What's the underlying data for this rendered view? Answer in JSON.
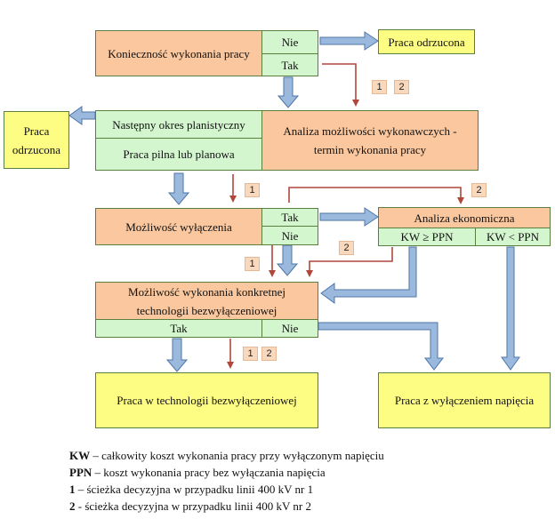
{
  "boxes": {
    "b1": "Konieczność wykonania pracy",
    "b1_nie": "Nie",
    "b1_tak": "Tak",
    "rej1": "Praca odrzucona",
    "rej2": "Praca odrzucona",
    "b2_top": "Następny okres planistyczny",
    "b2_bottom": "Praca pilna lub planowa",
    "b3": "Analiza możliwości wykonawczych - termin wykonania pracy",
    "b4": "Możliwość wyłączenia",
    "b4_tak": "Tak",
    "b4_nie": "Nie",
    "econ": "Analiza ekonomiczna",
    "econ_ge": "KW ≥ PPN",
    "econ_lt": "KW < PPN",
    "b5": "Możliwość wykonania konkretnej technologii bezwyłączeniowej",
    "b5_tak": "Tak",
    "b5_nie": "Nie",
    "out1": "Praca w technologii bezwyłączeniowej",
    "out2": "Praca z wyłączeniem napięcia"
  },
  "badges": {
    "a1": "1",
    "a2": "2",
    "c1": "1",
    "d2": "2",
    "e2": "2",
    "f1": "1",
    "g1": "1",
    "g2": "2"
  },
  "legend": [
    {
      "term": "KW",
      "text": " – całkowity koszt wykonania pracy przy wyłączonym napięciu"
    },
    {
      "term": "PPN",
      "text": " – koszt wykonania pracy bez wyłączania napięcia"
    },
    {
      "term": "1",
      "text": " – ścieżka decyzyjna w przypadku linii 400 kV nr 1"
    },
    {
      "term": "2",
      "text": " -  ścieżka decyzyjna w przypadku linii 400 kV nr 2"
    }
  ],
  "colors": {
    "decision_box": "#fac79e",
    "option_box": "#d3f6cf",
    "outcome_box": "#fdfd83",
    "block_arrow": "#9ab9dd",
    "path_arrow": "#b0473a"
  }
}
